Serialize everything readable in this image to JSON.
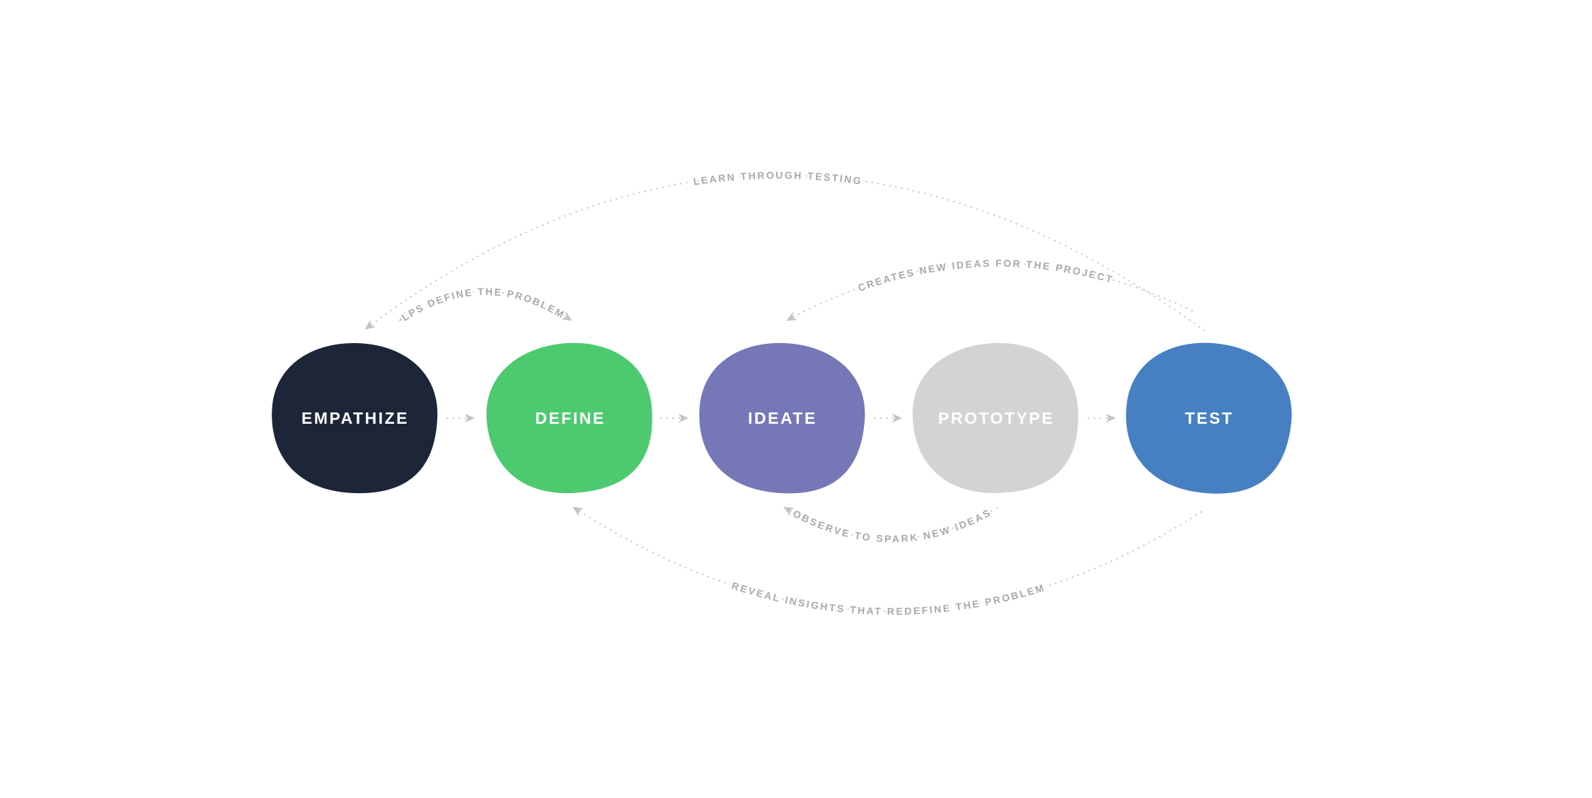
{
  "diagram": {
    "background_color": "#ffffff",
    "connector_color": "#c3c3c3",
    "annotation_text_color": "#a8a8a8",
    "stage_label_color": "#ffffff",
    "stages": [
      {
        "label": "EMPATHIZE",
        "color": "#1c2638"
      },
      {
        "label": "DEFINE",
        "color": "#4dca70"
      },
      {
        "label": "IDEATE",
        "color": "#7577b6"
      },
      {
        "label": "PROTOTYPE",
        "color": "#d3d3d3"
      },
      {
        "label": "TEST",
        "color": "#4680c2"
      }
    ],
    "annotations": [
      {
        "label": "LEARN THROUGH TESTING",
        "from": "TEST",
        "to": "EMPATHIZE"
      },
      {
        "label": "HELPS DEFINE THE PROBLEM",
        "from": "EMPATHIZE",
        "to": "DEFINE"
      },
      {
        "label": "CREATES NEW IDEAS FOR THE PROJECT",
        "from": "TEST",
        "to": "IDEATE"
      },
      {
        "label": "OBSERVE TO SPARK NEW IDEAS",
        "from": "PROTOTYPE",
        "to": "IDEATE"
      },
      {
        "label": "REVEAL INSIGHTS THAT REDEFINE THE PROBLEM",
        "from": "TEST",
        "to": "DEFINE"
      }
    ]
  }
}
